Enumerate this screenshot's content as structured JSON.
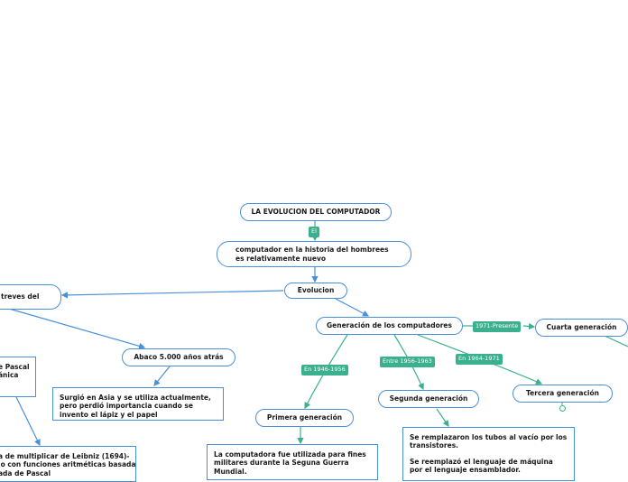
{
  "root": {
    "title": "LA EVOLUCION DEL COMPUTADOR"
  },
  "tags": {
    "el": "El",
    "en_1946": "En 1946-1956",
    "entre_1956": "Entre 1956-1963",
    "en_1964": "En 1964-1971",
    "present_1971": "1971-Presente"
  },
  "nodes": {
    "computador": "computador en la historia del hombrees es relativamente nuevo",
    "evolucion": "Evolucion",
    "atraves": "treves del",
    "abaco": "Abaco 5.000 años atrás",
    "abaco_desc": "Surgió en Asia y se utiliza actualmente, pero perdió importancia cuando se invento el lápiz y el papel",
    "pascal": "e Pascal\nánica",
    "leibniz": "a de multiplicar de Leibniz (1694)-\nio con funciones aritméticas basada\nada de Pascal",
    "generacion": "Generación de los computadores",
    "primera": "Primera generación",
    "primera_desc": "La computadora fue utilizada para fines militares durante la Seguna Guerra Mundial.",
    "segunda": "Segunda generación",
    "segunda_desc_1": "Se remplazaron los tubos al vacío por los transistores.",
    "segunda_desc_2": "Se reemplazó el lenguaje de máquina por el lenguaje ensamblador.",
    "tercera": "Tercera generación",
    "cuarta": "Cuarta generación"
  }
}
